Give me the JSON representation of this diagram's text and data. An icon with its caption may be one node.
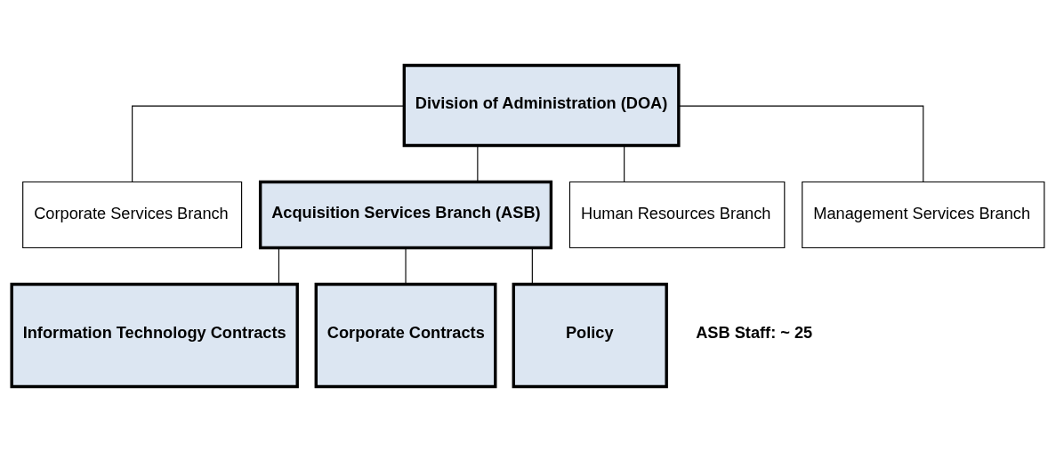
{
  "diagram": {
    "nodes": [
      {
        "text": [
          "Division of Administration (DOA)"
        ]
      },
      {
        "text": [
          "Corporate Services Branch"
        ]
      },
      {
        "text": [
          "Acquisition Services Branch (ASB)"
        ]
      },
      {
        "text": [
          "Human Resources Branch"
        ]
      },
      {
        "text": [
          "Management Services Branch"
        ]
      },
      {
        "text": [
          "Information Technology Contracts"
        ]
      },
      {
        "text": [
          "Corporate Contracts"
        ]
      },
      {
        "text": [
          "Policy"
        ]
      }
    ],
    "edges": [
      {
        "from": 0,
        "to": 1,
        "arrow": "none"
      },
      {
        "from": 0,
        "to": 2,
        "arrow": "none"
      },
      {
        "from": 0,
        "to": 3,
        "arrow": "none"
      },
      {
        "from": 0,
        "to": 4,
        "arrow": "none"
      },
      {
        "from": 2,
        "to": 5,
        "arrow": "none"
      },
      {
        "from": 2,
        "to": 6,
        "arrow": "none"
      },
      {
        "from": 2,
        "to": 7,
        "arrow": "none"
      }
    ],
    "labels": [
      "ASB Staff: ~ 25"
    ]
  }
}
